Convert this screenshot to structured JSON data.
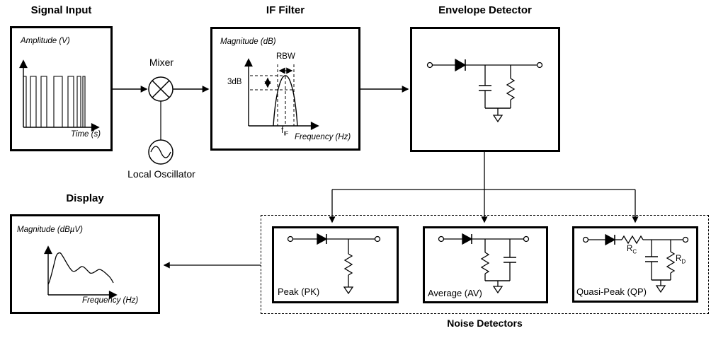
{
  "page": {
    "background_color": "#ffffff",
    "line_color": "#000000",
    "description": "EMI receiver / spectrum analyzer block diagram"
  },
  "blocks": {
    "signal_input": {
      "title": "Signal Input",
      "y_axis_label": "Amplitude (V)",
      "x_axis_label": "Time (s)"
    },
    "mixer": {
      "label": "Mixer"
    },
    "local_oscillator": {
      "label": "Local Oscillator"
    },
    "if_filter": {
      "title": "IF Filter",
      "y_axis_label": "Magnitude (dB)",
      "x_axis_label": "Frequency (Hz)",
      "rbw_label": "RBW",
      "bandwidth_label": "3dB",
      "center_freq_base": "f",
      "center_freq_sub": "IF"
    },
    "envelope_detector": {
      "title": "Envelope Detector"
    },
    "noise_detectors": {
      "title": "Noise Detectors",
      "peak": {
        "label": "Peak (PK)"
      },
      "average": {
        "label": "Average (AV)"
      },
      "quasi_peak": {
        "label": "Quasi-Peak (QP)",
        "charge_resistor_base": "R",
        "charge_resistor_sub": "C",
        "discharge_resistor_base": "R",
        "discharge_resistor_sub": "D"
      }
    },
    "display": {
      "title": "Display",
      "y_axis_label": "Magnitude (dBµV)",
      "x_axis_label": "Frequency (Hz)"
    }
  }
}
